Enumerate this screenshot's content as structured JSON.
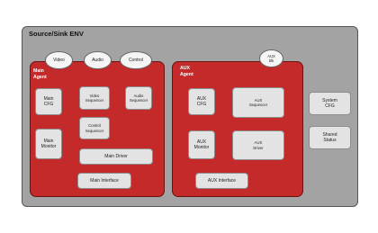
{
  "diagram": {
    "env_title": "Source/Sink ENV",
    "main_agent": {
      "title": "Main\nAgent",
      "ports": {
        "video": "Video",
        "audio": "Audio",
        "control": "Control"
      },
      "cfg": "Main\nCFG",
      "video_sequencer": "Video\nSequencer",
      "audio_sequencer": "Audio\nSequencer",
      "control_sequencer": "Control\nSequencer",
      "monitor": "Main\nMonitor",
      "driver": "Main Driver",
      "interface": "Main Interface"
    },
    "aux_agent": {
      "title": "AUX\nAgent",
      "port": "AUX\nblk",
      "cfg": "AUX\nCFG",
      "sequencer": "AUX\nSequencer",
      "monitor": "AUX\nMonitor",
      "driver": "AUX\nDriver",
      "interface": "AUX Interface"
    },
    "system_cfg": "System\nCFG",
    "shared_status": "Shared\nStatus"
  }
}
